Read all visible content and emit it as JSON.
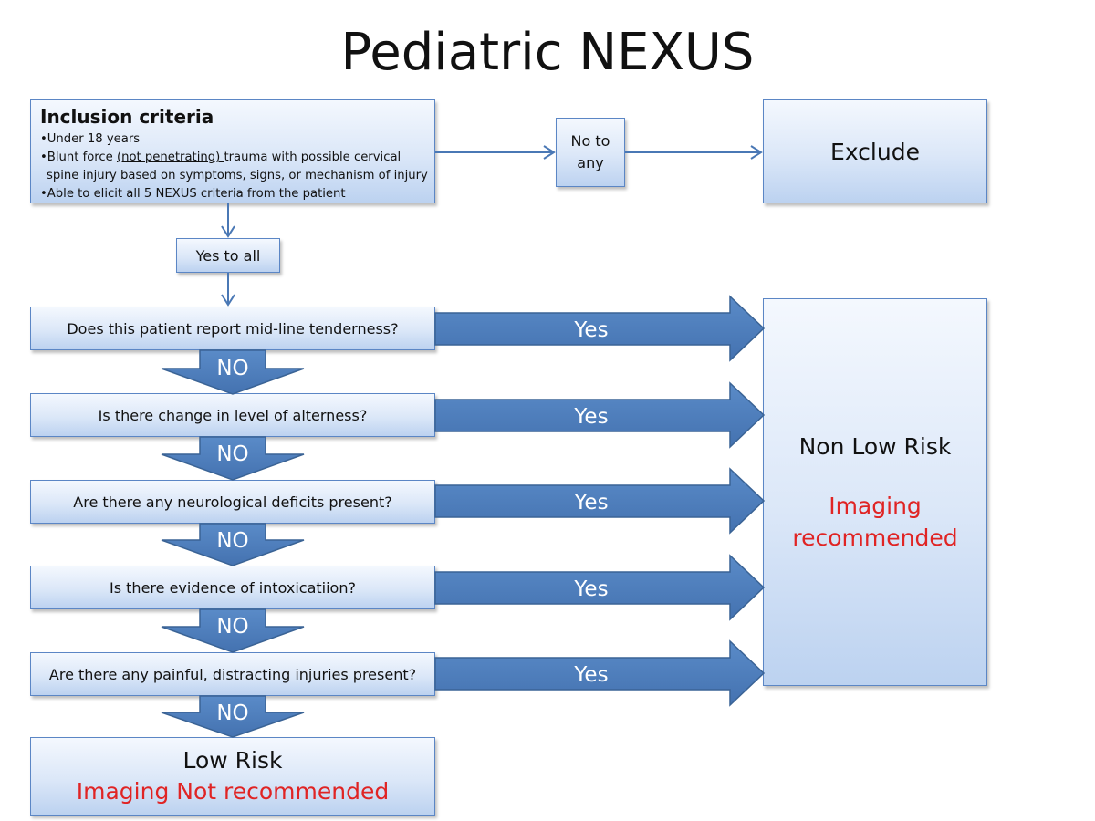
{
  "title": "Pediatric NEXUS",
  "inclusion": {
    "heading": "Inclusion criteria",
    "item1": "•Under 18 years",
    "item2_pre": "•Blunt force ",
    "item2_underlined": "(not penetrating) ",
    "item2_post": "trauma with possible cervical",
    "item2_cont": "spine injury based on symptoms, signs, or mechanism of injury",
    "item3": "•Able to elicit all 5 NEXUS criteria from the patient"
  },
  "no_to_any": {
    "line1": "No to",
    "line2": "any"
  },
  "exclude": "Exclude",
  "yes_to_all": "Yes to all",
  "questions": [
    "Does this patient report mid-line tenderness?",
    "Is  there change in level of alterness?",
    "Are there any neurological deficits present?",
    "Is there evidence of intoxicatiion?",
    "Are there any painful, distracting injuries present?"
  ],
  "yes_label": "Yes",
  "no_label": "NO",
  "non_low_risk": {
    "line1": "Non Low Risk",
    "line2": "Imaging",
    "line3": "recommended"
  },
  "low_risk": {
    "line1": "Low Risk",
    "line2": "Imaging Not recommended"
  },
  "colors": {
    "arrow_fill": "#4f81bd",
    "arrow_stroke": "#3a6395",
    "box_border": "#5b86c5",
    "line": "#4a78b5",
    "recommend_red": "#e02424"
  }
}
